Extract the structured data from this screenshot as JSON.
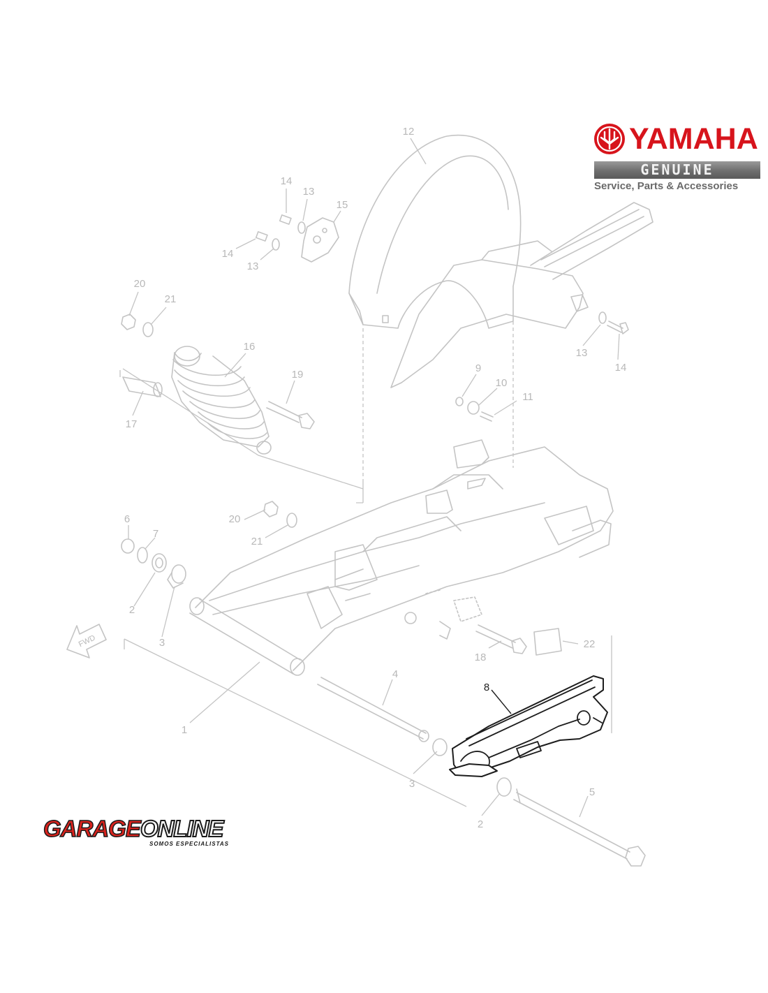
{
  "brand": {
    "yamaha_name": "YAMAHA",
    "genuine_label": "GENUINE",
    "tagline": "Service, Parts & Accessories",
    "brand_color": "#d7141c"
  },
  "dealer": {
    "name_part1": "GARAGE",
    "name_part2": "ONLINE",
    "slogan": "SOMOS ESPECIALISTAS",
    "accent_color": "#d9231d"
  },
  "diagram": {
    "fwd_label": "FWD",
    "highlighted_part": "8",
    "callouts": [
      {
        "id": "c12a",
        "label": "12"
      },
      {
        "id": "c14a",
        "label": "14"
      },
      {
        "id": "c13a",
        "label": "13"
      },
      {
        "id": "c15",
        "label": "15"
      },
      {
        "id": "c14b",
        "label": "14"
      },
      {
        "id": "c13b",
        "label": "13"
      },
      {
        "id": "c20a",
        "label": "20"
      },
      {
        "id": "c21a",
        "label": "21"
      },
      {
        "id": "c16",
        "label": "16"
      },
      {
        "id": "c19",
        "label": "19"
      },
      {
        "id": "c17",
        "label": "17"
      },
      {
        "id": "c13c",
        "label": "13"
      },
      {
        "id": "c14c",
        "label": "14"
      },
      {
        "id": "c9",
        "label": "9"
      },
      {
        "id": "c10",
        "label": "10"
      },
      {
        "id": "c11",
        "label": "11"
      },
      {
        "id": "c6",
        "label": "6"
      },
      {
        "id": "c7",
        "label": "7"
      },
      {
        "id": "c20b",
        "label": "20"
      },
      {
        "id": "c21b",
        "label": "21"
      },
      {
        "id": "c2a",
        "label": "2"
      },
      {
        "id": "c3a",
        "label": "3"
      },
      {
        "id": "c18",
        "label": "18"
      },
      {
        "id": "c22",
        "label": "22"
      },
      {
        "id": "c4",
        "label": "4"
      },
      {
        "id": "c1",
        "label": "1"
      },
      {
        "id": "c8",
        "label": "8"
      },
      {
        "id": "c3b",
        "label": "3"
      },
      {
        "id": "c5",
        "label": "5"
      },
      {
        "id": "c2b",
        "label": "2"
      }
    ]
  }
}
